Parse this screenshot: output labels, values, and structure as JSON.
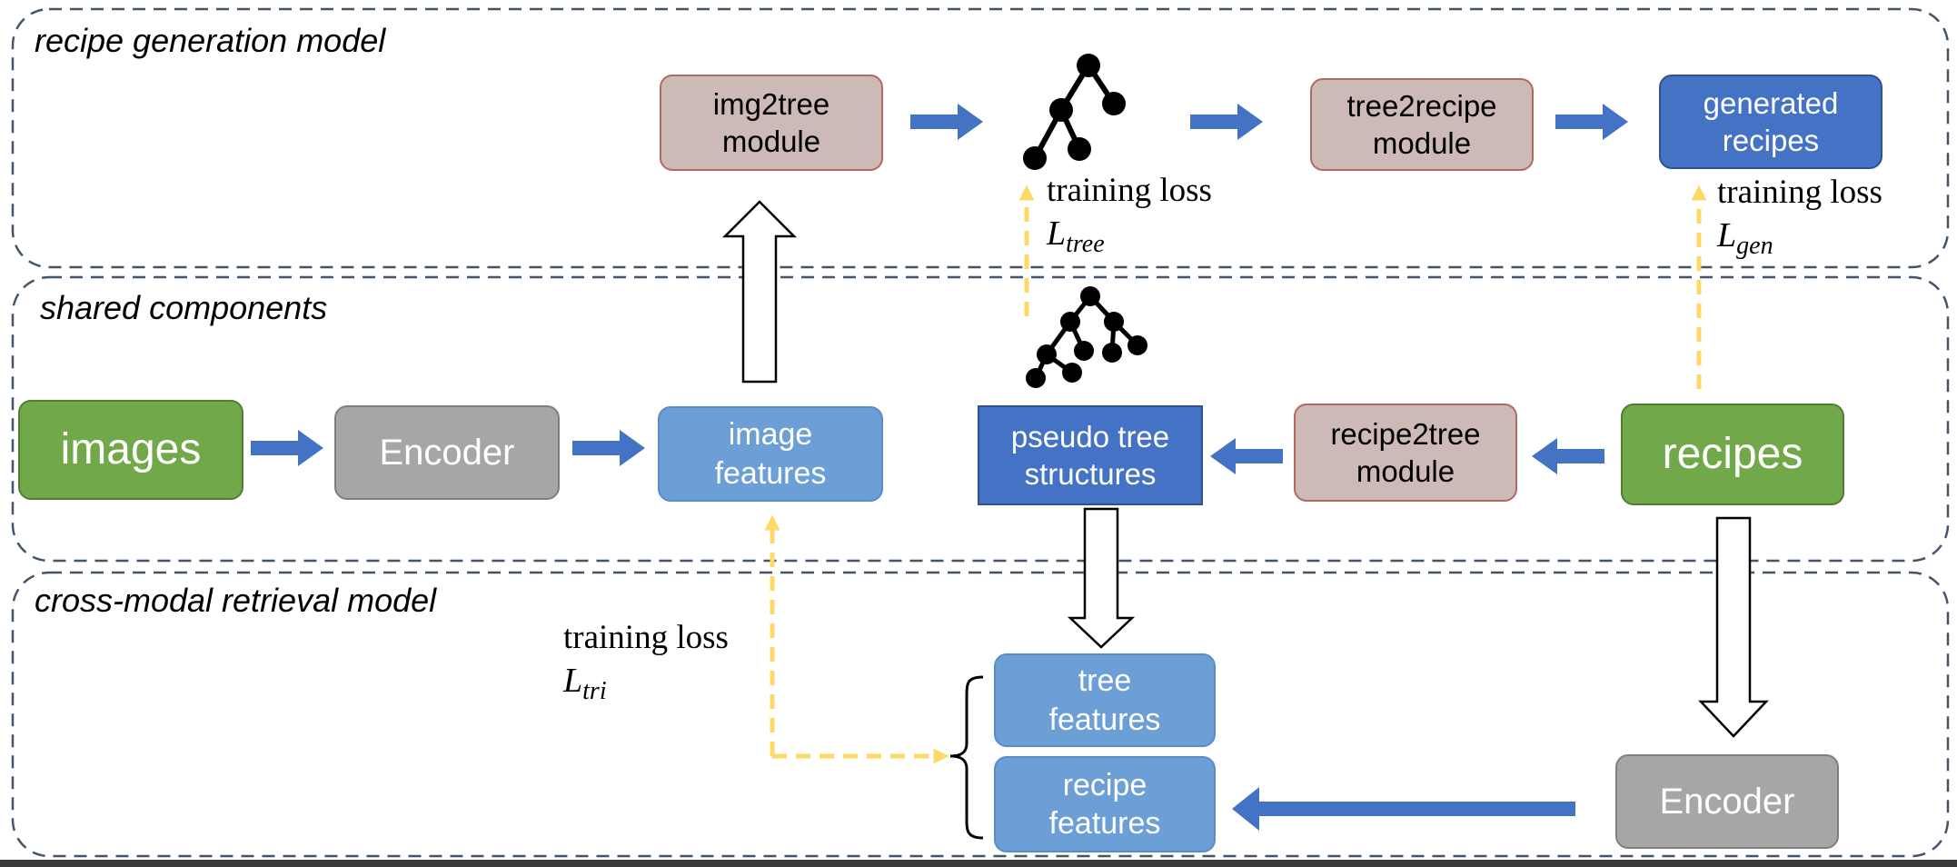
{
  "regions": {
    "generation": "recipe generation model",
    "shared": "shared components",
    "retrieval": "cross-modal retrieval model"
  },
  "nodes": {
    "img2tree": "img2tree\nmodule",
    "tree2recipe": "tree2recipe\nmodule",
    "generated_recipes": "generated\nrecipes",
    "images": "images",
    "encoder_top": "Encoder",
    "image_features": "image\nfeatures",
    "pseudo_tree": "pseudo tree\nstructures",
    "recipe2tree": "recipe2tree\nmodule",
    "recipes": "recipes",
    "tree_features": "tree\nfeatures",
    "recipe_features": "recipe\nfeatures",
    "encoder_bottom": "Encoder"
  },
  "losses": {
    "tree": {
      "text": "training loss",
      "symbol": "L",
      "sub": "tree"
    },
    "gen": {
      "text": "training loss",
      "symbol": "L",
      "sub": "gen"
    },
    "tri": {
      "text": "training loss",
      "symbol": "L",
      "sub": "tri"
    }
  },
  "colors": {
    "region_border": "#44546a",
    "solid_arrow": "#4472c4",
    "dashed_arrow": "#ffd966",
    "tree_icon": "#000000"
  },
  "icons": [
    "tree-structure-icon",
    "pseudo-tree-structure-icon"
  ]
}
